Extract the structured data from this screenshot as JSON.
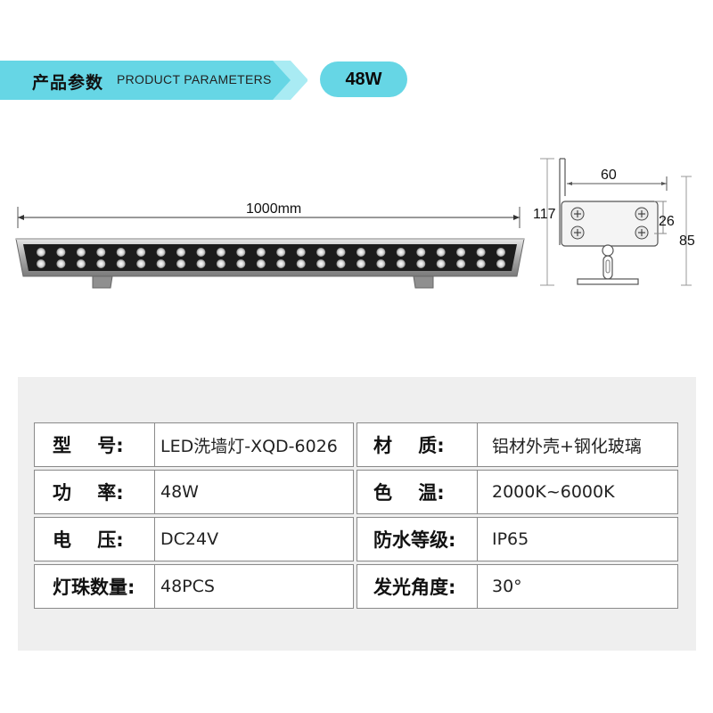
{
  "header": {
    "title_cn": "产品参数",
    "title_en": "PRODUCT PARAMETERS",
    "power_badge": "48W"
  },
  "drawing": {
    "length_label": "1000mm",
    "bracket_width_label": "60",
    "total_height_label": "117",
    "plate_height_label": "26",
    "base_height_label": "85"
  },
  "specs": [
    {
      "label1": "型    号:",
      "value1": "LED洗墙灯-XQD-6026",
      "label2": "材    质:",
      "value2": "铝材外壳+钢化玻璃"
    },
    {
      "label1": "功    率:",
      "value1": "48W",
      "label2": "色    温:",
      "value2": "2000K~6000K"
    },
    {
      "label1": "电    压:",
      "value1": "DC24V",
      "label2": "防水等级:",
      "value2": "IP65"
    },
    {
      "label1": "灯珠数量:",
      "value1": "48PCS",
      "label2": "发光角度:",
      "value2": "30°"
    }
  ],
  "colors": {
    "accent": "#66d6e5",
    "banner_light": "#9ee6ef",
    "panel_bg": "#efefef",
    "border": "#8a8a8a"
  }
}
